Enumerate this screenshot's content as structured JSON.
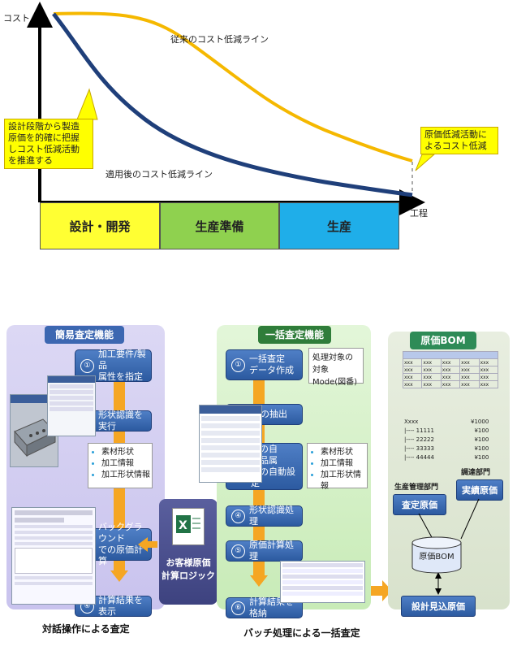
{
  "chart": {
    "ylabel": "コスト",
    "xlabel": "工程",
    "line_before_label": "従来のコスト低減ライン",
    "line_after_label": "適用後のコスト低減ライン",
    "callout_left": [
      "設計段階から製造",
      "原価を的確に把握",
      "しコスト低減活動",
      "を推進する"
    ],
    "callout_right": [
      "原価低減活動に",
      "よるコスト低減"
    ],
    "phases": [
      {
        "label": "設計・開発",
        "color": "#ffff33"
      },
      {
        "label": "生産準備",
        "color": "#8fd14f"
      },
      {
        "label": "生産",
        "color": "#1faee9"
      }
    ],
    "colors": {
      "before": "#f5b800",
      "after": "#1f3f7a"
    }
  },
  "left_panel": {
    "title": "簡易査定機能",
    "steps": [
      {
        "num": "①",
        "text": "加工要件/製品\n属性を指定"
      },
      {
        "num": "②",
        "text": "形状認識を実行"
      },
      {
        "num": "③",
        "text": "バックグラウンド\nでの原価計算"
      },
      {
        "num": "④",
        "text": "計算結果を表示"
      }
    ],
    "bullets": [
      "素材形状",
      "加工情報",
      "加工形状情報"
    ],
    "caption": "対話操作による査定"
  },
  "center": {
    "label": [
      "お客様原価",
      "計算ロジック"
    ],
    "excel_icon": "excel-icon"
  },
  "middle_panel": {
    "title": "一括査定機能",
    "steps": [
      {
        "num": "①",
        "text": "一括査定\nデータ作成"
      },
      {
        "num": "",
        "text": "の抽出"
      },
      {
        "num": "",
        "text": "件の自\n製品属\n性の自動設定"
      },
      {
        "num": "④",
        "text": "形状認識処理"
      },
      {
        "num": "⑤",
        "text": "原価計算処理"
      },
      {
        "num": "⑥",
        "text": "計算結果を格納"
      }
    ],
    "mode_note": [
      "処理対象の",
      "対象Mode(図番)"
    ],
    "bullets": [
      "素材形状",
      "加工情報",
      "加工形状情報"
    ],
    "caption": "バッチ処理による一括査定"
  },
  "right_panel": {
    "title": "原価BOM",
    "bom_lines": [
      "Xxxx",
      "|---- 11111",
      "|---- 22222",
      "|---- 33333",
      "|---- 44444"
    ],
    "bom_prices": [
      "¥1000",
      "¥100",
      "¥100",
      "¥100",
      "¥100"
    ],
    "dept_labels": {
      "production": "生産管理部門",
      "procurement": "調達部門"
    },
    "boxes": {
      "estimated": "査定原価",
      "actual": "実績原価",
      "db": "原価BOM",
      "design": "設計見込原価"
    }
  }
}
